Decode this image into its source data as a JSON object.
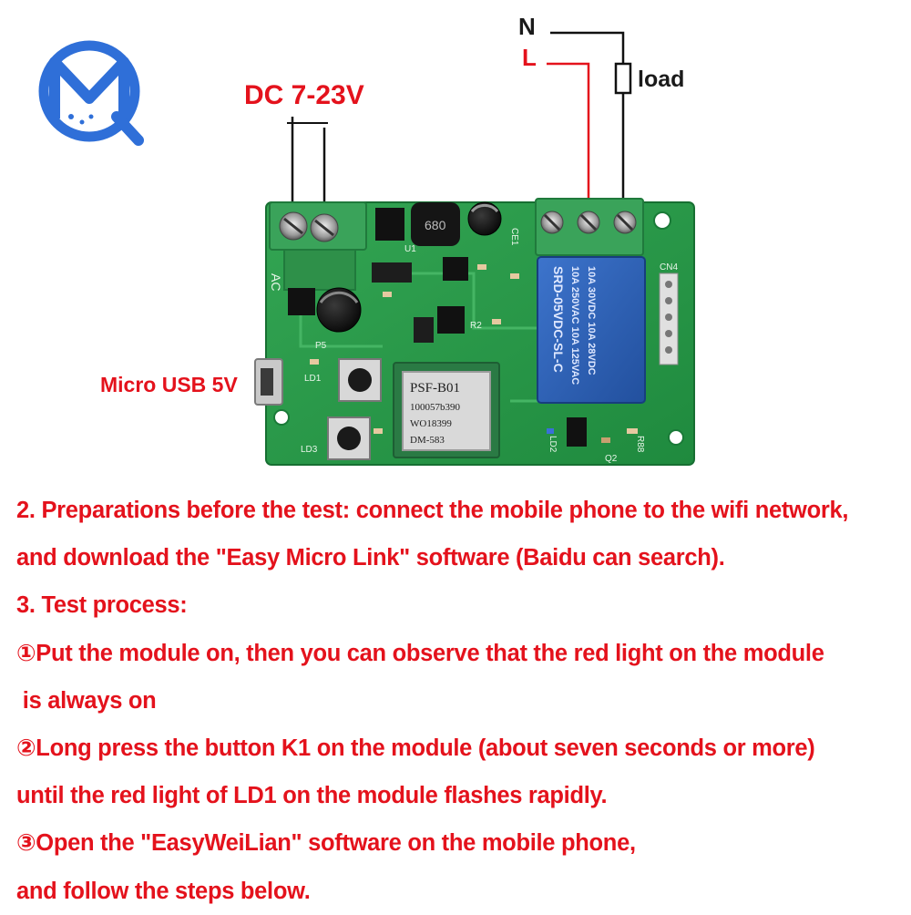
{
  "labels": {
    "neutral": "N",
    "live": "L",
    "load": "load",
    "dc_input": "DC 7-23V",
    "usb": "Micro USB 5V"
  },
  "board": {
    "relay_text": [
      "SRD-05VDC-SL-C",
      "10A 250VAC  10A 125VAC",
      "10A 30VDC  10A 28VDC"
    ],
    "wifi_module_text": [
      "PSF-B01",
      "100057b390",
      "WO18399",
      "DM-583"
    ],
    "silkscreen": {
      "ac": "AC",
      "p5": "P5",
      "ld1": "LD1",
      "ld3": "LD3",
      "ce1": "CE1",
      "cn4": "CN4",
      "u1": "U1",
      "r2": "R2",
      "ld2": "LD2",
      "q2": "Q2",
      "r88": "R88"
    },
    "inductor_text": "680"
  },
  "colors": {
    "accent_red": "#e4121c",
    "pcb_green": "#2a9a48",
    "terminal_green": "#3aa35a",
    "relay_blue": "#2f62b8",
    "logo_blue": "#2f6fd8"
  },
  "icons": [
    "mq-logo"
  ],
  "instructions": [
    "2. Preparations before the test: connect the mobile phone to the wifi network,",
    "and download the \"Easy Micro Link\" software (Baidu can search).",
    "3. Test process:",
    "①Put the module on, then you can observe that the red light on the module",
    " is always on",
    "②Long press the button K1 on the module (about seven seconds or more)",
    "until the red light of LD1 on the module flashes rapidly.",
    "③Open the \"EasyWeiLian\" software on the mobile phone,",
    "and follow the steps below."
  ]
}
